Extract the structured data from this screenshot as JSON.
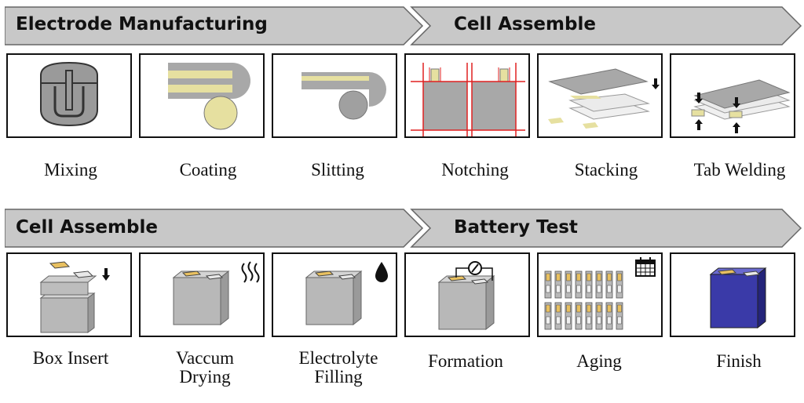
{
  "banners": {
    "electrode_manufacturing": "Electrode Manufacturing",
    "cell_assemble_top": "Cell Assemble",
    "cell_assemble_bottom": "Cell Assemble",
    "battery_test": "Battery Test"
  },
  "steps_row1": {
    "mixing": "Mixing",
    "coating": "Coating",
    "slitting": "Slitting",
    "notching": "Notching",
    "stacking": "Stacking",
    "tab_welding": "Tab Welding"
  },
  "steps_row2": {
    "box_insert": "Box Insert",
    "vaccum_drying_1": "Vaccum",
    "vaccum_drying_2": "Drying",
    "electrolyte_filling_1": "Electrolyte",
    "electrolyte_filling_2": "Filling",
    "formation": "Formation",
    "aging": "Aging",
    "finish": "Finish"
  },
  "colors": {
    "banner_fill": "#c8c8c8",
    "cell_gray": "#b8b8b8",
    "tab_yellow": "#e8c060",
    "finish_blue": "#3a3aa8",
    "notch_red": "#e02020",
    "electrode_yellow": "#e6e0a0"
  }
}
